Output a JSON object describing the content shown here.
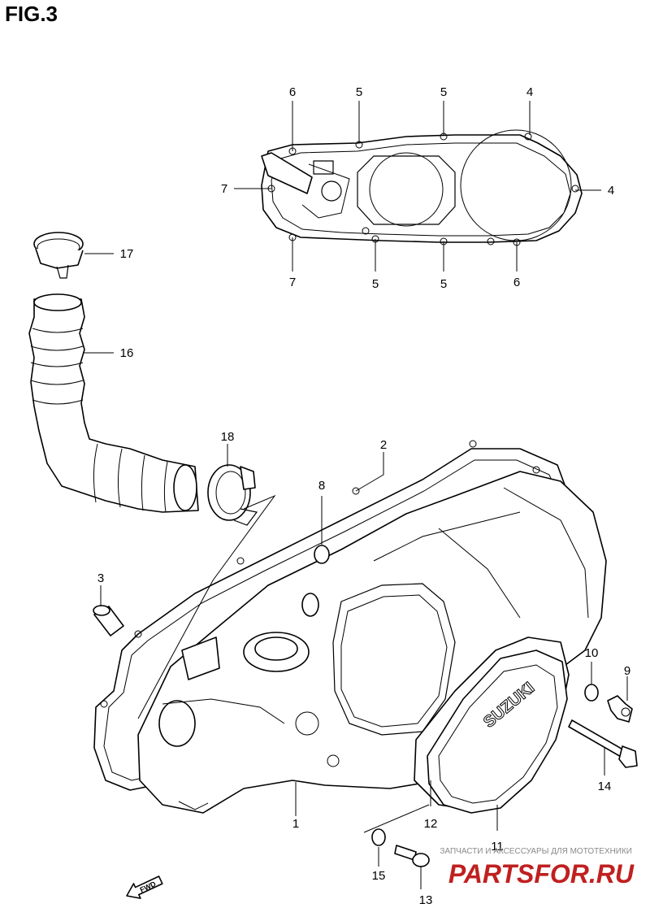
{
  "figure": {
    "title": "FIG.3"
  },
  "callouts": [
    {
      "id": "c6a",
      "text": "6"
    },
    {
      "id": "c5a",
      "text": "5"
    },
    {
      "id": "c5b",
      "text": "5"
    },
    {
      "id": "c4a",
      "text": "4"
    },
    {
      "id": "c7a",
      "text": "7"
    },
    {
      "id": "c4b",
      "text": "4"
    },
    {
      "id": "c7b",
      "text": "7"
    },
    {
      "id": "c5c",
      "text": "5"
    },
    {
      "id": "c5d",
      "text": "5"
    },
    {
      "id": "c6b",
      "text": "6"
    },
    {
      "id": "c17",
      "text": "17"
    },
    {
      "id": "c16",
      "text": "16"
    },
    {
      "id": "c18",
      "text": "18"
    },
    {
      "id": "c2",
      "text": "2"
    },
    {
      "id": "c8",
      "text": "8"
    },
    {
      "id": "c3",
      "text": "3"
    },
    {
      "id": "c10",
      "text": "10"
    },
    {
      "id": "c9",
      "text": "9"
    },
    {
      "id": "c14",
      "text": "14"
    },
    {
      "id": "c1",
      "text": "1"
    },
    {
      "id": "c12",
      "text": "12"
    },
    {
      "id": "c11",
      "text": "11"
    },
    {
      "id": "c15",
      "text": "15"
    },
    {
      "id": "c13",
      "text": "13"
    }
  ],
  "cover_logo": "SUZUKI",
  "fwd_arrow": "FWD",
  "watermark": {
    "tagline": "ЗАПЧАСТИ И АКСЕССУАРЫ ДЛЯ МОТОТЕХНИКИ",
    "brand": "PARTSFOR.RU"
  },
  "colors": {
    "line": "#000000",
    "background": "#ffffff",
    "watermark_brand": "#c02020",
    "watermark_tagline": "#8a8a8a"
  }
}
